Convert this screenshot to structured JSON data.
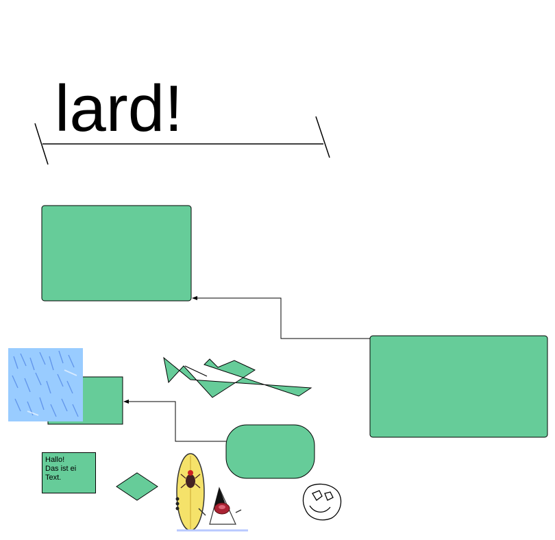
{
  "heading": {
    "text": "lard!"
  },
  "note": {
    "lines": [
      "Hallo!",
      "Das ist ei",
      "Text."
    ]
  },
  "colors": {
    "shape_fill": "#66cc99",
    "stroke": "#000000",
    "image_tile": "#99ccff",
    "surfboard": "#f5e26a"
  },
  "icons": {
    "texture_tile": "water-texture-icon",
    "mascot": "surfer-mascot-icon",
    "smiley": "smiley-face-icon"
  }
}
